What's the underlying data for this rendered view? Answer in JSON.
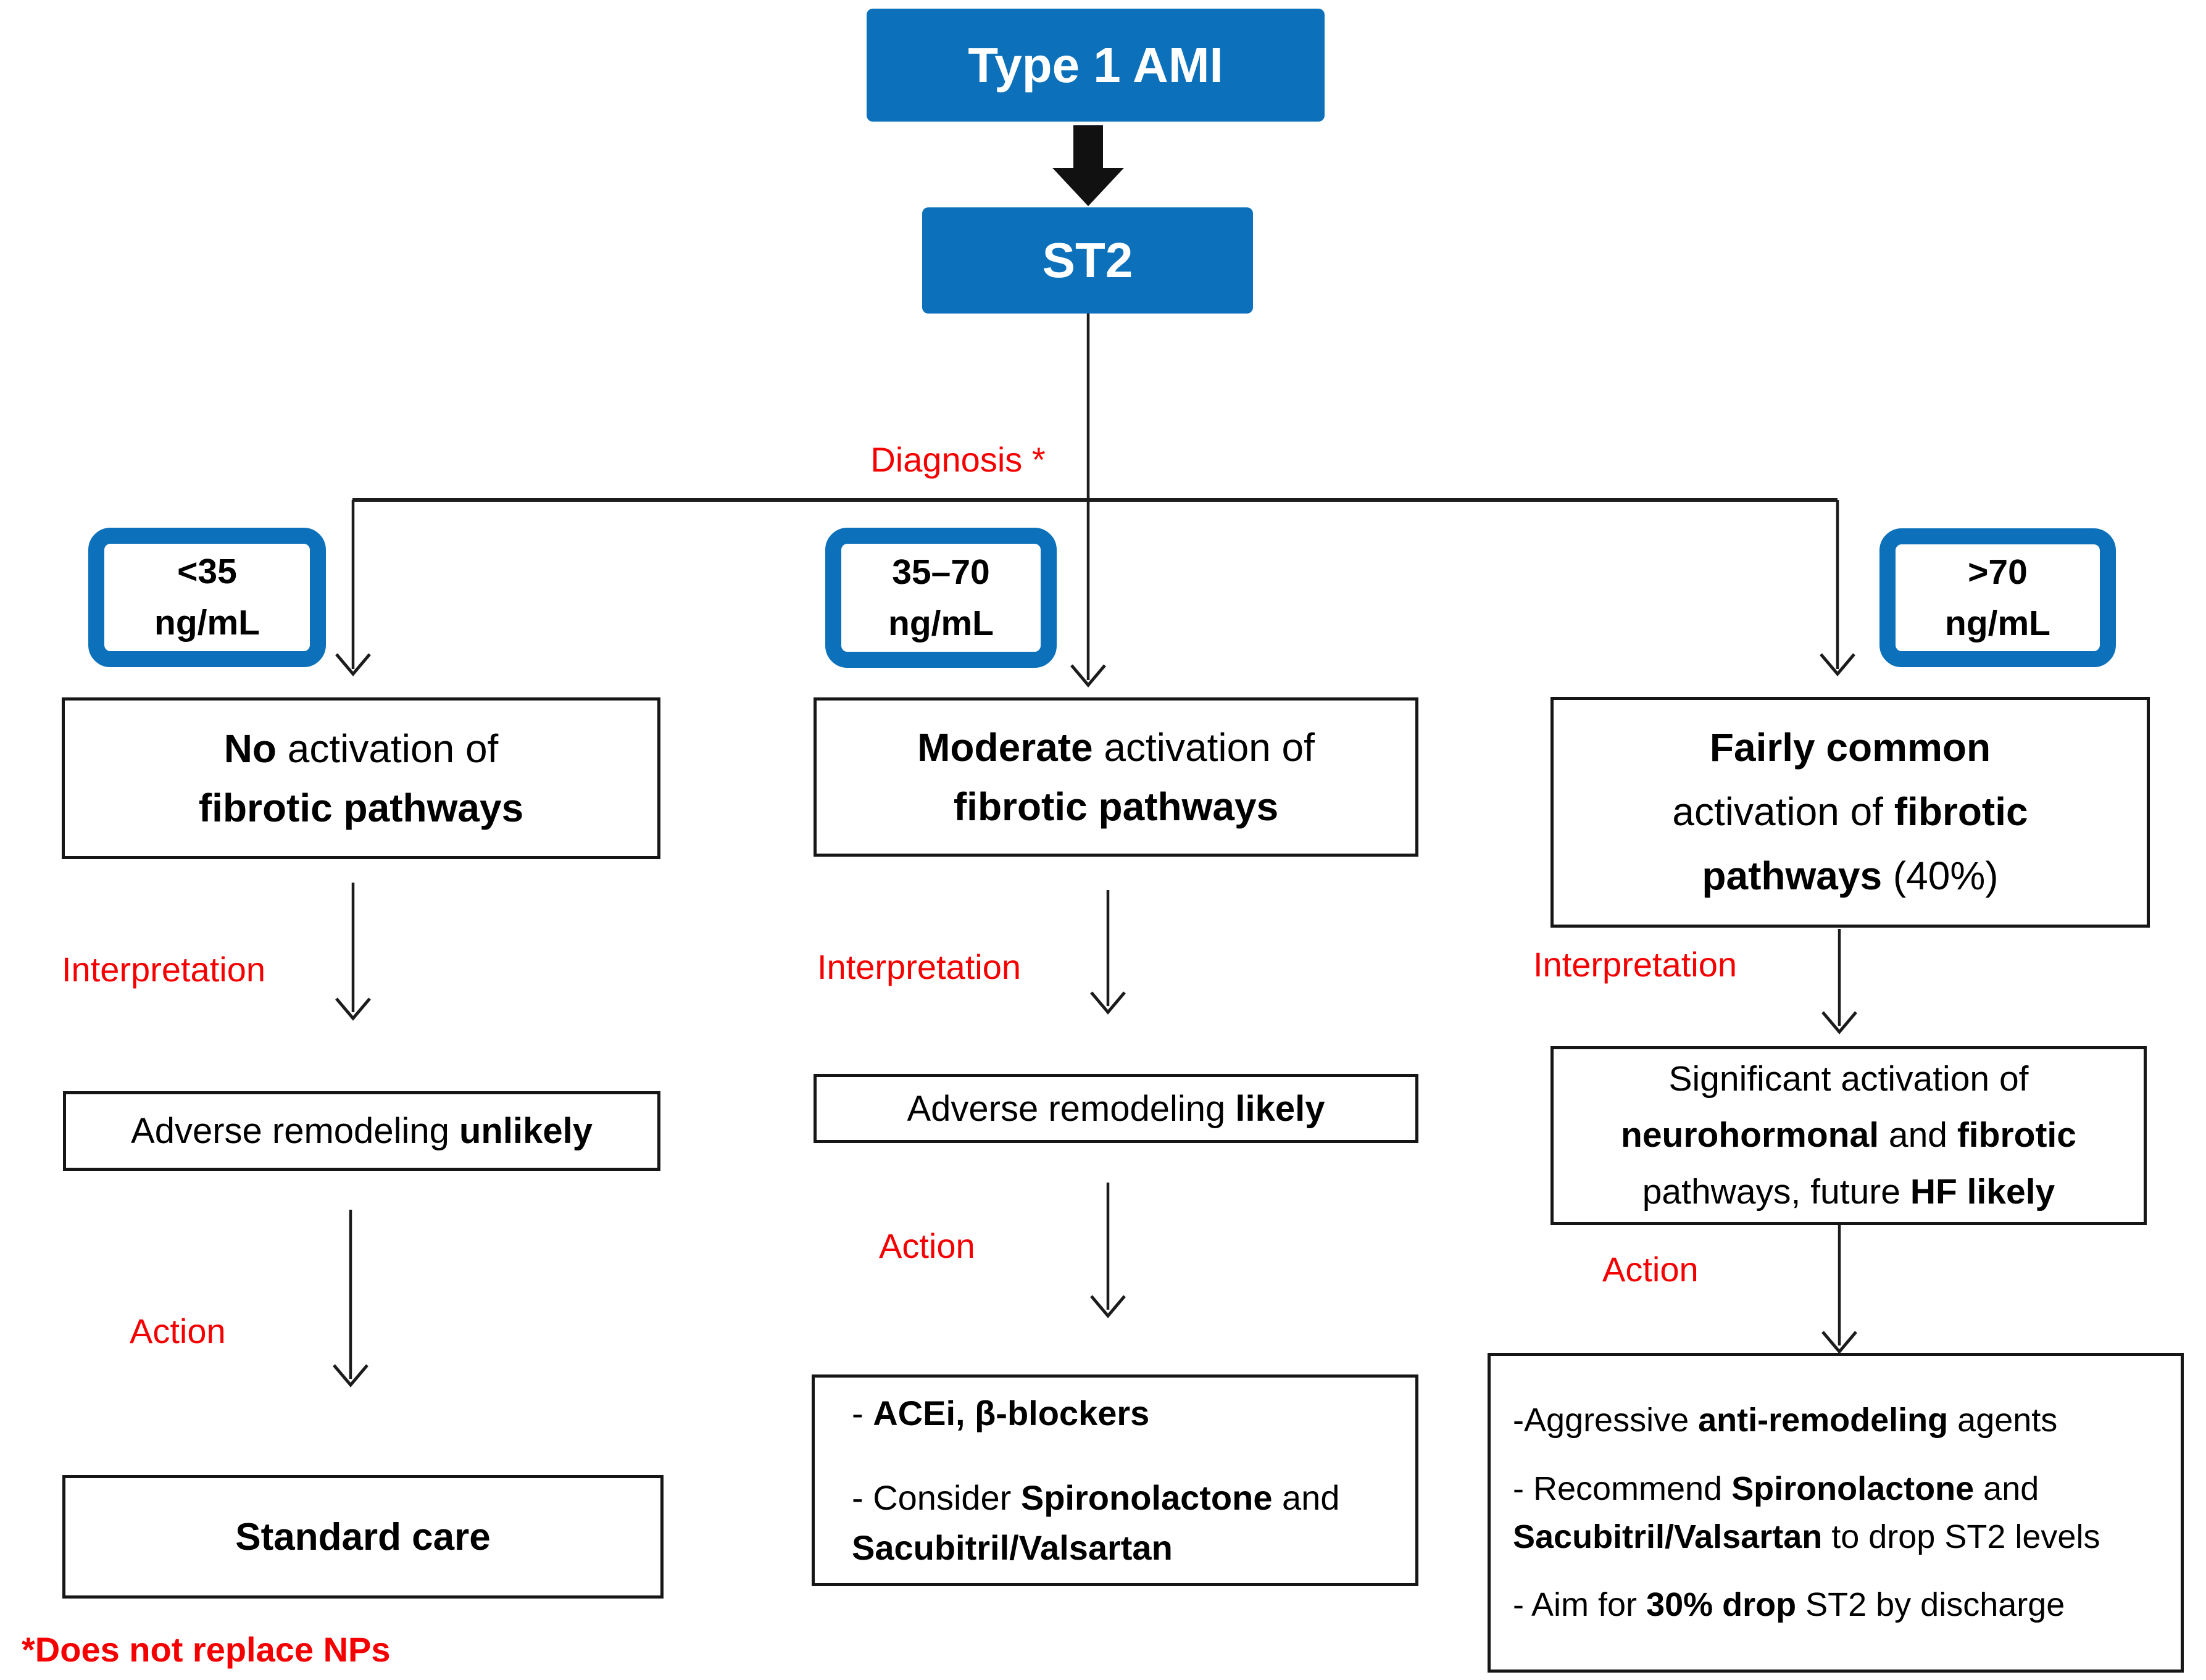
{
  "colors": {
    "node_blue": "#0c71ba",
    "accent_red": "#f50000",
    "line_black": "#1c1c1c"
  },
  "flow": {
    "title": "Type 1 AMI",
    "node2": "ST2",
    "diagnosis_label": "Diagnosis *",
    "footnote": "*Does not replace NPs"
  },
  "columns": [
    {
      "range_lines": [
        "<35",
        "ng/mL"
      ],
      "finding_lines": [
        [
          {
            "t": "No",
            "b": true
          },
          {
            "t": " activation of"
          }
        ],
        [
          {
            "t": "fibrotic pathways",
            "b": true
          }
        ]
      ],
      "interpretation_label": "Interpretation",
      "interpretation_lines": [
        [
          {
            "t": "Adverse remodeling "
          },
          {
            "t": "unlikely",
            "b": true
          }
        ]
      ],
      "action_label": "Action",
      "action_lines": [
        [
          {
            "t": "Standard care",
            "b": true
          }
        ]
      ]
    },
    {
      "range_lines": [
        "35–70",
        "ng/mL"
      ],
      "finding_lines": [
        [
          {
            "t": "Moderate",
            "b": true
          },
          {
            "t": " activation of"
          }
        ],
        [
          {
            "t": "fibrotic pathways",
            "b": true
          }
        ]
      ],
      "interpretation_label": "Interpretation",
      "interpretation_lines": [
        [
          {
            "t": "Adverse remodeling "
          },
          {
            "t": "likely",
            "b": true
          }
        ]
      ],
      "action_label": "Action",
      "action_lines": [
        [
          {
            "t": "- "
          },
          {
            "t": "ACEi, β-blockers",
            "b": true
          }
        ],
        [
          {
            "t": "- Consider "
          },
          {
            "t": "Spironolactone",
            "b": true
          },
          {
            "t": " and "
          },
          {
            "t": "Sacubitril/Valsartan",
            "b": true
          }
        ]
      ]
    },
    {
      "range_lines": [
        ">70",
        "ng/mL"
      ],
      "finding_lines": [
        [
          {
            "t": "Fairly common",
            "b": true
          }
        ],
        [
          {
            "t": "activation of "
          },
          {
            "t": "fibrotic",
            "b": true
          }
        ],
        [
          {
            "t": "pathways",
            "b": true
          },
          {
            "t": " (40%)"
          }
        ]
      ],
      "interpretation_label": "Interpretation",
      "interpretation_lines": [
        [
          {
            "t": "Significant activation of"
          }
        ],
        [
          {
            "t": "neurohormonal",
            "b": true
          },
          {
            "t": " and "
          },
          {
            "t": "fibrotic",
            "b": true
          }
        ],
        [
          {
            "t": "pathways, future "
          },
          {
            "t": "HF likely",
            "b": true
          }
        ]
      ],
      "action_label": "Action",
      "action_lines": [
        [
          {
            "t": "-Aggressive "
          },
          {
            "t": "anti-remodeling",
            "b": true
          },
          {
            "t": " agents"
          }
        ],
        [
          {
            "t": "- Recommend "
          },
          {
            "t": "Spironolactone",
            "b": true
          },
          {
            "t": " and "
          },
          {
            "t": "Sacubitril/Valsartan",
            "b": true
          },
          {
            "t": " to drop ST2 levels"
          }
        ],
        [
          {
            "t": "- Aim for "
          },
          {
            "t": "30% drop",
            "b": true
          },
          {
            "t": " ST2 by discharge"
          }
        ]
      ]
    }
  ]
}
